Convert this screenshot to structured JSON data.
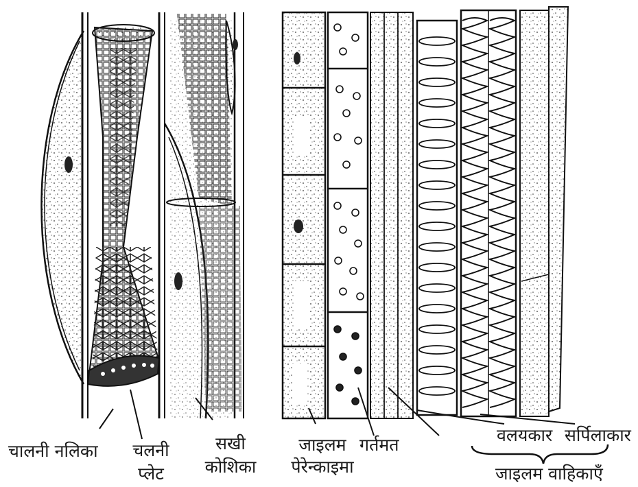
{
  "labels": {
    "sieve_tube": "चालनी नलिका",
    "sieve_plate_1": "चलनी",
    "sieve_plate_2": "प्लेट",
    "companion_1": "सखी",
    "companion_2": "कोशिका",
    "xylem_par_1": "जाइलम",
    "xylem_par_2": "पेरेन्काइमा",
    "pitted": "गर्तमत",
    "annular": "वलयकार",
    "spiral": "सर्पिलाकार",
    "xylem_vessels": "जाइलम वाहिकाएँ"
  },
  "colors": {
    "ink": "#1a1a1a",
    "paper": "#ffffff"
  }
}
